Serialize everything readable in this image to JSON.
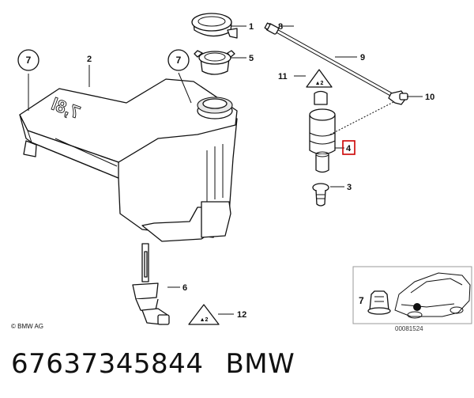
{
  "diagram": {
    "callouts": {
      "c1": "1",
      "c2": "2",
      "c3": "3",
      "c4": "4",
      "c5": "5",
      "c6": "6",
      "c8": "8",
      "c9": "9",
      "c10": "10",
      "c11": "11",
      "c12": "12"
    },
    "circle_refs": {
      "left": "7",
      "middle": "7",
      "inset": "7"
    },
    "tank_marking": "7,8l",
    "copyright": "© BMW AG",
    "image_number": "00081524",
    "highlight_color": "#cc0000"
  },
  "footer": {
    "part_number": "67637345844",
    "brand": "BMW"
  }
}
